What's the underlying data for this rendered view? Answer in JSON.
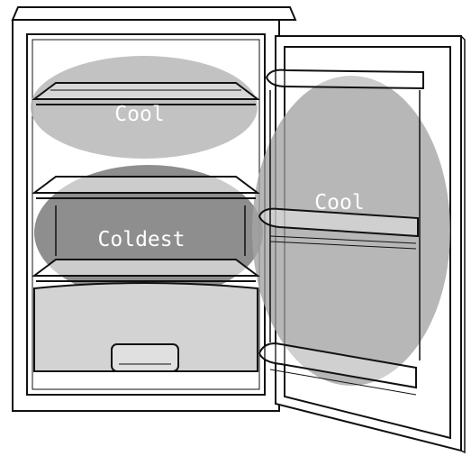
{
  "zones": {
    "top_shelf": {
      "label": "Cool",
      "shade": "#b7b7b7"
    },
    "middle_shelf": {
      "label": "Coldest",
      "shade": "#7a7a7a"
    },
    "door": {
      "label": "Cool",
      "shade": "#a5a5a5"
    }
  }
}
